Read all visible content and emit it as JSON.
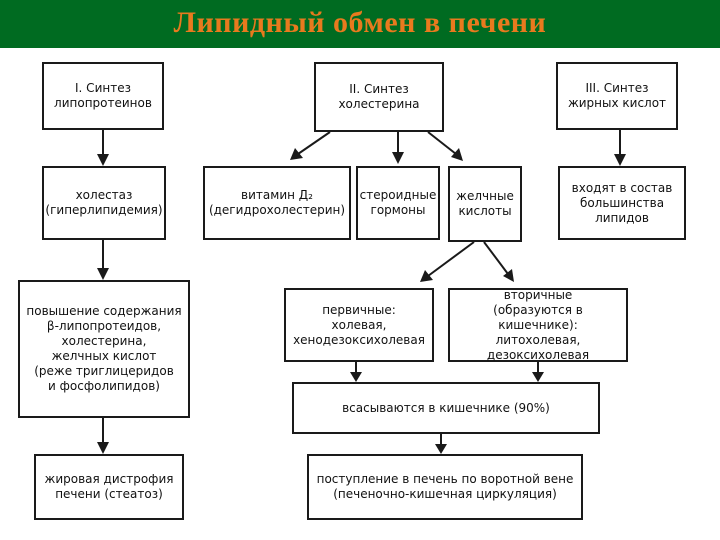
{
  "title": "Липидный обмен в печени",
  "boxes": {
    "synth_lipo": "I. Синтез\nлипопротеинов",
    "synth_chol": "II. Синтез\nхолестерина",
    "synth_fa": "III. Синтез\nжирных кислот",
    "cholestasis": "холестаз\n(гиперлипидемия)",
    "vitamin_d": "витамин Д₂\n(дегидрохолестерин)",
    "steroid": "стероидные\nгормоны",
    "bile_acids": "желчные\nкислоты",
    "fa_lipids": "входят в состав\nбольшинства\nлипидов",
    "increase": "повышение содержания\nβ-липопротеидов,\nхолестерина,\nжелчных кислот\n(реже триглицеридов\nи фосфолипидов)",
    "primary": "первичные:\nхолевая,\nхенодезоксихолевая",
    "secondary": "вторичные\n(образуются в кишечнике):\nлитохолевая,\nдезоксихолевая",
    "absorbed": "всасываются в кишечнике (90%)",
    "steatosis": "жировая дистрофия\nпечени (стеатоз)",
    "portal": "поступление в печень по воротной вене\n(печеночно-кишечная циркуляция)"
  },
  "colors": {
    "banner": "#006b21",
    "title": "#e87a1e"
  }
}
